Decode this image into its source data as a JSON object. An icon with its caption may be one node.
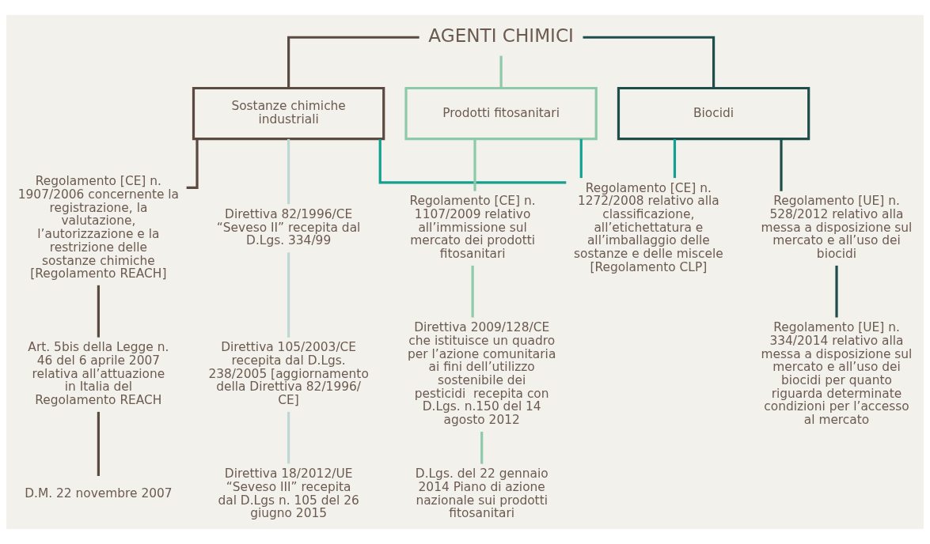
{
  "diagram": {
    "nodes": [
      {
        "text": [
          "AGENTI CHIMICI"
        ]
      },
      {
        "text": [
          "Sostanze chimiche industriali"
        ]
      },
      {
        "text": [
          "Prodotti fitosanitari"
        ]
      },
      {
        "text": [
          "Biocidi"
        ]
      },
      {
        "text": [
          "Direttiva 82/1996/CE “Seveso II” recepita dal D.Lgs. 334/99"
        ]
      },
      {
        "text": [
          "Direttiva 105/2003/CE recepita dal D.Lgs. 238/2005 [aggiornamento della Direttiva 82/1996/ CE]"
        ]
      },
      {
        "text": [
          "Direttiva 18/2012/UE “Seveso III” recepita dal D.Lgs n. 105 del 26 giugno 2015"
        ]
      },
      {
        "text": [
          "Regolamento [CE] n. 1907/2006 concernente la registrazione, la valutazione, l’autorizzazione e la restrizione delle sostanze chimiche [Regolamento REACH]"
        ]
      },
      {
        "text": [
          "Art. 5bis della Legge n. 46 del 6 aprile 2007 relativa all’attuazione in Italia del Regolamento REACH"
        ]
      },
      {
        "text": [
          "D.M. 22 novembre 2007"
        ]
      },
      {
        "text": [
          "Regolamento [CE] n. 1107/2009 relativo all’immissione sul mercato dei prodotti fitosanitari"
        ]
      },
      {
        "text": [
          "Direttiva 2009/128/CE che istituisce un quadro per l’azione comunitaria ai fini dell’utilizzo sostenibile dei pesticidi  recepita con D.Lgs. n.150 del 14 agosto 2012"
        ]
      },
      {
        "text": [
          "D.Lgs. del 22 gennaio 2014 Piano di azione nazionale sui prodotti fitosanitari"
        ]
      },
      {
        "text": [
          "Regolamento [UE] n. 528/2012 relativo alla messa a disposizione sul mercato e all’uso dei biocidi"
        ]
      },
      {
        "text": [
          "Regolamento [UE] n. 334/2014 relativo alla messa a disposizione sul mercato e all’uso dei biocidi per quanto riguarda determinate condizioni per l’accesso al mercato"
        ]
      },
      {
        "text": [
          "Regolamento [CE] n. 1272/2008 relativo alla classificazione, all’etichettatura e all’imballaggio delle sostanze e delle miscele [Regolamento CLP]"
        ]
      }
    ],
    "edges": [
      {
        "from": 0,
        "to": 1,
        "arrow": "none",
        "color": "#5b4a40"
      },
      {
        "from": 0,
        "to": 2,
        "arrow": "none",
        "color": "#8ccaa9"
      },
      {
        "from": 0,
        "to": 3,
        "arrow": "none",
        "color": "#1e4d4a"
      },
      {
        "from": 1,
        "to": 4,
        "arrow": "none",
        "color": "#bdd8d4"
      },
      {
        "from": 4,
        "to": 5,
        "arrow": "none",
        "color": "#bdd8d4"
      },
      {
        "from": 5,
        "to": 6,
        "arrow": "none",
        "color": "#bdd8d4"
      },
      {
        "from": 1,
        "to": 7,
        "arrow": "none",
        "color": "#5b4a40"
      },
      {
        "from": 7,
        "to": 8,
        "arrow": "none",
        "color": "#5b4a40"
      },
      {
        "from": 8,
        "to": 9,
        "arrow": "none",
        "color": "#5b4a40"
      },
      {
        "from": 2,
        "to": 10,
        "arrow": "none",
        "color": "#8ccaa9"
      },
      {
        "from": 10,
        "to": 11,
        "arrow": "none",
        "color": "#8ccaa9"
      },
      {
        "from": 11,
        "to": 12,
        "arrow": "none",
        "color": "#8ccaa9"
      },
      {
        "from": 3,
        "to": 13,
        "arrow": "none",
        "color": "#1e4d4a"
      },
      {
        "from": 13,
        "to": 14,
        "arrow": "none",
        "color": "#1e4d4a"
      },
      {
        "from": 1,
        "to": 15,
        "arrow": "none",
        "color": "#12a08f"
      },
      {
        "from": 2,
        "to": 15,
        "arrow": "none",
        "color": "#12a08f"
      },
      {
        "from": 3,
        "to": 15,
        "arrow": "none",
        "color": "#12a08f"
      }
    ]
  }
}
